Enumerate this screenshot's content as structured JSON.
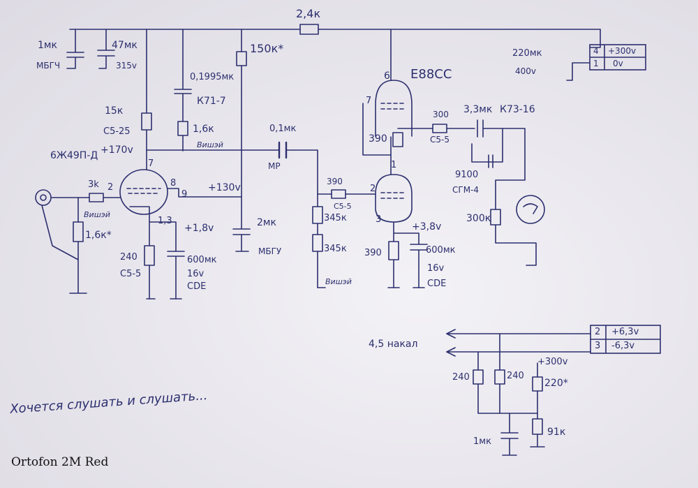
{
  "labels": {
    "top_res": "2,4к",
    "c1_val": "1мк",
    "c1_type": "МБГЧ",
    "c2_val": "47мк",
    "c2_volt": "315v",
    "r_150k": "150к*",
    "tube2": "E88CC",
    "c_220": "220мк",
    "c_220_volt": "400v",
    "c_01995": "0,1995мк",
    "c_k71": "К71-7",
    "r_15k": "15к",
    "r_c525": "С5-25",
    "pin6": "6",
    "pin7b": "7",
    "r_16k": "1,6к",
    "vishay1": "Вишэй",
    "c_01mk": "0,1мк",
    "c_mp": "МР",
    "plus170": "+170v",
    "tube1": "6Ж49П-Д",
    "pin7": "7",
    "pin8": "8",
    "plus130": "+130v",
    "r_3k": "3k",
    "pin2": "2",
    "pin9": "9",
    "vishay2": "Вишэй",
    "r_1_6k": "1,6к*",
    "pins13": "1,3",
    "plus18": "+1,8v",
    "r_240": "240",
    "r_240_type": "С5-5",
    "c_600": "600мк",
    "c_600_volt": "16v",
    "c_600_brand": "CDE",
    "c_2mk": "2мк",
    "c_mbgu": "МБГУ",
    "r_390a": "390",
    "r_c55a": "С5-5",
    "pin2b": "2",
    "r_345a": "345к",
    "r_345b": "345к",
    "vishay3": "Вишэй",
    "r_390k": "390",
    "pin1": "1",
    "r_300": "300",
    "r_c55b": "С5-5",
    "c_33": "3,3мк",
    "c_k73": "К73-16",
    "c_9100": "9100",
    "c_cgm": "СГМ-4",
    "r_300k": "300к",
    "pin3": "3",
    "plus38": "+3,8v",
    "r_390c": "390",
    "c_600b": "600мк",
    "c_600b_volt": "16v",
    "c_600b_brand": "CDE",
    "h_240a": "240",
    "h_240b": "240",
    "plus300": "+300v",
    "r_220": "220*",
    "c_1mk": "1мк",
    "r_91k": "91к",
    "heater": "4,5 накал",
    "footer_note": "Хочется слушать и слушать..."
  },
  "conn1": {
    "rows": [
      {
        "pin": "4",
        "value": "+300v"
      },
      {
        "pin": "1",
        "value": "0v"
      }
    ]
  },
  "conn2": {
    "rows": [
      {
        "pin": "2",
        "value": "+6,3v"
      },
      {
        "pin": "3",
        "value": "-6,3v"
      }
    ]
  },
  "caption": "Ortofon 2M Red",
  "colors": {
    "ink": "#2c2f6e",
    "paper": "#eceaf0"
  }
}
